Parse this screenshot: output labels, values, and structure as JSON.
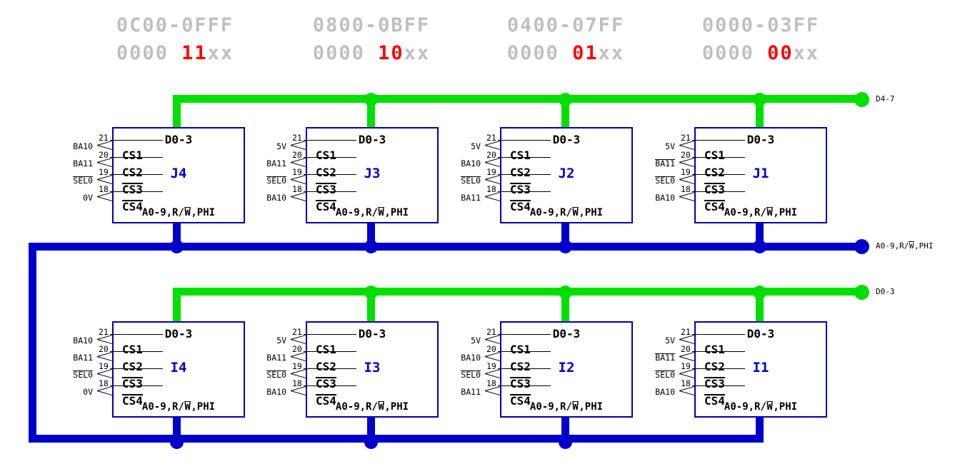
{
  "header": {
    "columns": [
      {
        "range": "0C00-0FFF",
        "mask_prefix": "0000 ",
        "mask_hi": "11",
        "mask_suffix": "xx"
      },
      {
        "range": "0800-0BFF",
        "mask_prefix": "0000 ",
        "mask_hi": "10",
        "mask_suffix": "xx"
      },
      {
        "range": "0400-07FF",
        "mask_prefix": "0000 ",
        "mask_hi": "01",
        "mask_suffix": "xx"
      },
      {
        "range": "0000-03FF",
        "mask_prefix": "0000 ",
        "mask_hi": "00",
        "mask_suffix": "xx"
      }
    ]
  },
  "buses": [
    {
      "name": "D4-7",
      "color": "#00e000"
    },
    {
      "name": "A0-9,R/W,PHI",
      "color": "#0000cc"
    },
    {
      "name": "D0-3",
      "color": "#00e000"
    }
  ],
  "bus_labels": {
    "d47": "D4-7",
    "addr_a": "A0-9,R/",
    "addr_w": "W",
    "addr_b": ",PHI",
    "d03": "D0-3"
  },
  "chip_common": {
    "top_label": "D0-3",
    "bottom_label_a": "A0-9,R/",
    "bottom_label_w": "W",
    "bottom_label_b": ",PHI",
    "pins": [
      "CS1",
      "CS2",
      "CS3",
      "CS4"
    ],
    "pin_overbar": [
      false,
      false,
      true,
      true
    ],
    "pin_numbers": [
      "21",
      "20",
      "19",
      "18"
    ]
  },
  "chips": [
    {
      "ref": "J4",
      "row": "top",
      "col": 0,
      "signals": [
        {
          "name": "BA10",
          "overbar": false
        },
        {
          "name": "BA11",
          "overbar": false
        },
        {
          "name": "SEL0",
          "overbar": true
        },
        {
          "name": "0V",
          "overbar": false
        }
      ]
    },
    {
      "ref": "J3",
      "row": "top",
      "col": 1,
      "signals": [
        {
          "name": "5V",
          "overbar": false
        },
        {
          "name": "BA11",
          "overbar": false
        },
        {
          "name": "SEL0",
          "overbar": true
        },
        {
          "name": "BA10",
          "overbar": false
        }
      ]
    },
    {
      "ref": "J2",
      "row": "top",
      "col": 2,
      "signals": [
        {
          "name": "5V",
          "overbar": false
        },
        {
          "name": "BA10",
          "overbar": false
        },
        {
          "name": "SEL0",
          "overbar": true
        },
        {
          "name": "BA11",
          "overbar": false
        }
      ]
    },
    {
      "ref": "J1",
      "row": "top",
      "col": 3,
      "signals": [
        {
          "name": "5V",
          "overbar": false
        },
        {
          "name": "BA11",
          "overbar": true
        },
        {
          "name": "SEL0",
          "overbar": true
        },
        {
          "name": "BA10",
          "overbar": false
        }
      ]
    },
    {
      "ref": "I4",
      "row": "bottom",
      "col": 0,
      "signals": [
        {
          "name": "BA10",
          "overbar": false
        },
        {
          "name": "BA11",
          "overbar": false
        },
        {
          "name": "SEL0",
          "overbar": true
        },
        {
          "name": "0V",
          "overbar": false
        }
      ]
    },
    {
      "ref": "I3",
      "row": "bottom",
      "col": 1,
      "signals": [
        {
          "name": "5V",
          "overbar": false
        },
        {
          "name": "BA11",
          "overbar": false
        },
        {
          "name": "SEL0",
          "overbar": true
        },
        {
          "name": "BA10",
          "overbar": false
        }
      ]
    },
    {
      "ref": "I2",
      "row": "bottom",
      "col": 2,
      "signals": [
        {
          "name": "5V",
          "overbar": false
        },
        {
          "name": "BA10",
          "overbar": false
        },
        {
          "name": "SEL0",
          "overbar": true
        },
        {
          "name": "BA11",
          "overbar": false
        }
      ]
    },
    {
      "ref": "I1",
      "row": "bottom",
      "col": 3,
      "signals": [
        {
          "name": "5V",
          "overbar": false
        },
        {
          "name": "BA11",
          "overbar": true
        },
        {
          "name": "SEL0",
          "overbar": true
        },
        {
          "name": "BA10",
          "overbar": false
        }
      ]
    }
  ],
  "colors": {
    "data_bus": "#00e000",
    "address_bus": "#0000cc",
    "chip_outline": "#0000aa",
    "chip_ref": "#0000cc",
    "header_grey": "#bfbfbf",
    "header_red": "#ff0000"
  }
}
